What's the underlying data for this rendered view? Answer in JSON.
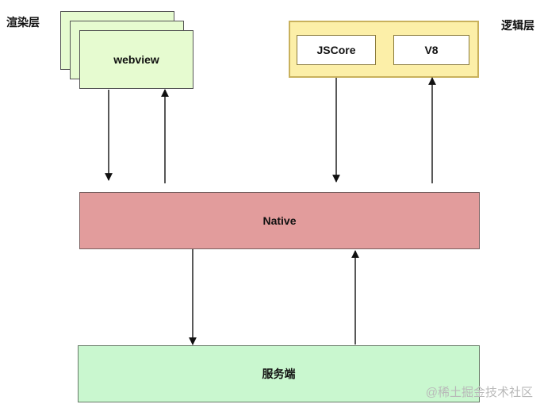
{
  "labels": {
    "render_layer": "渲染层",
    "logic_layer": "逻辑层"
  },
  "boxes": {
    "webview": "webview",
    "jscore": "JSCore",
    "v8": "V8",
    "native": "Native",
    "server": "服务端"
  },
  "watermark": "@稀土掘金技术社区",
  "colors": {
    "webview_fill": "#e6fbd0",
    "logic_fill": "#fcefa8",
    "native_fill": "#e29c9c",
    "server_fill": "#c9f7cf"
  }
}
